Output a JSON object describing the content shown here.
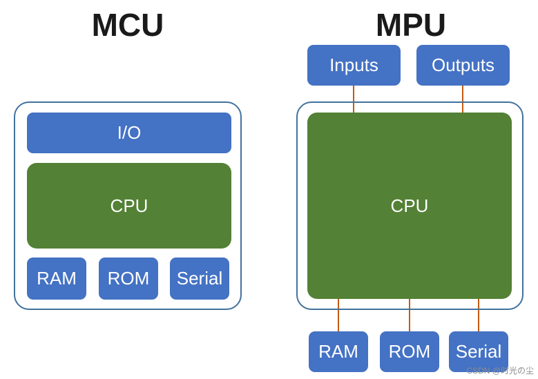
{
  "mcu": {
    "title": "MCU",
    "io_label": "I/O",
    "cpu_label": "CPU",
    "ram_label": "RAM",
    "rom_label": "ROM",
    "serial_label": "Serial"
  },
  "mpu": {
    "title": "MPU",
    "inputs_label": "Inputs",
    "outputs_label": "Outputs",
    "cpu_label": "CPU",
    "ram_label": "RAM",
    "rom_label": "ROM",
    "serial_label": "Serial"
  },
  "watermark": "CSDN @时光の尘",
  "colors": {
    "frame": "#41719c",
    "blue_block": "#4472c4",
    "green_block": "#538135",
    "wire": "#c55a11"
  }
}
